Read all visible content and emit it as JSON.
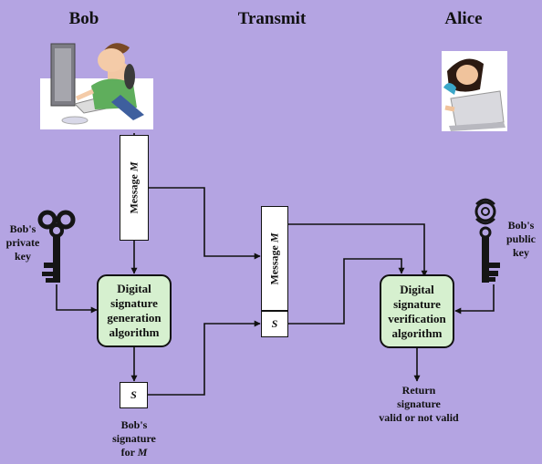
{
  "headings": {
    "left": "Bob",
    "center": "Transmit",
    "right": "Alice"
  },
  "message_box": {
    "word": "Message",
    "var": "M"
  },
  "signature_var": "S",
  "generation": {
    "label": "Digital\nsignature\ngeneration\nalgorithm"
  },
  "verification": {
    "label": "Digital\nsignature\nverification\nalgorithm"
  },
  "private_key_label": "Bob's\nprivate\nkey",
  "public_key_label": "Bob's\npublic\nkey",
  "signature_caption": "Bob's\nsignature\nfor",
  "signature_caption_var": "M",
  "return_label": "Return\nsignature\nvalid or not valid",
  "colors": {
    "background": "#b4a4e2",
    "process_fill": "#d6f0cf",
    "stroke": "#111111"
  },
  "icons": [
    "bob-computer-icon",
    "alice-laptop-icon",
    "private-key-icon",
    "public-key-icon"
  ]
}
